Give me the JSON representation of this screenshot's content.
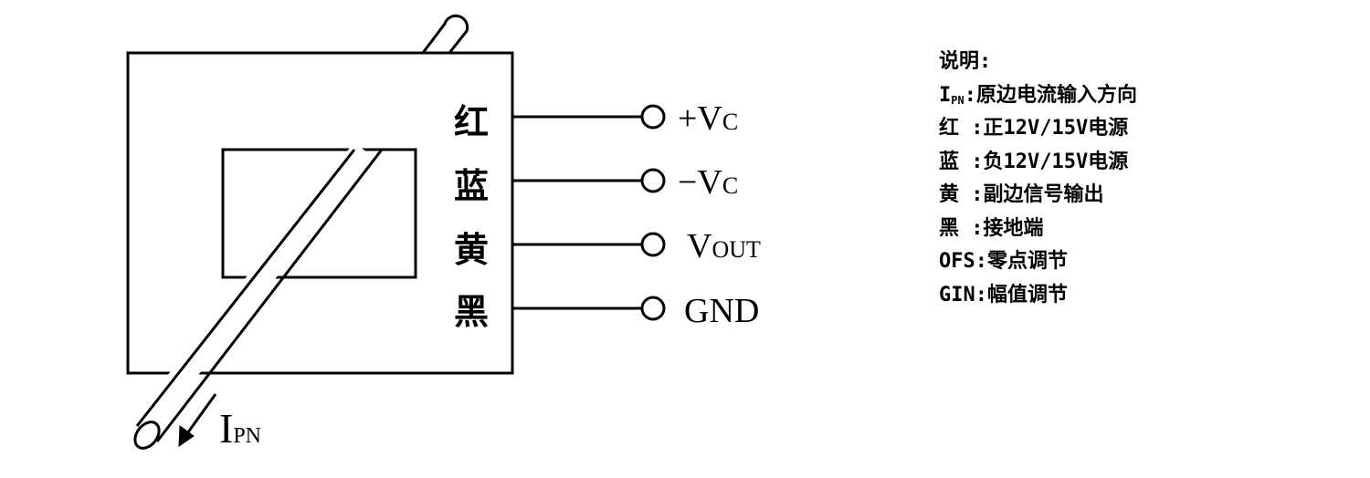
{
  "wires": [
    {
      "color_label": "红",
      "terminal_main": "+V",
      "terminal_sub": "C"
    },
    {
      "color_label": "蓝",
      "terminal_main": "−V",
      "terminal_sub": "C"
    },
    {
      "color_label": "黄",
      "terminal_main": "V",
      "terminal_sub": "OUT"
    },
    {
      "color_label": "黑",
      "terminal_main": "GND",
      "terminal_sub": ""
    }
  ],
  "current_label": {
    "main": "I",
    "sub": "PN"
  },
  "legend": {
    "title": "说明:",
    "items": [
      {
        "key_main": "I",
        "key_sub": "PN",
        "sep": ":",
        "text": "原边电流输入方向"
      },
      {
        "key_main": "红 ",
        "key_sub": "",
        "sep": ":",
        "text": "正12V/15V电源"
      },
      {
        "key_main": "蓝 ",
        "key_sub": "",
        "sep": ":",
        "text": "负12V/15V电源"
      },
      {
        "key_main": "黄 ",
        "key_sub": "",
        "sep": ":",
        "text": "副边信号输出"
      },
      {
        "key_main": "黑 ",
        "key_sub": "",
        "sep": ":",
        "text": "接地端"
      },
      {
        "key_main": "OFS",
        "key_sub": "",
        "sep": ":",
        "text": "零点调节"
      },
      {
        "key_main": "GIN",
        "key_sub": "",
        "sep": ":",
        "text": "幅值调节"
      }
    ]
  }
}
